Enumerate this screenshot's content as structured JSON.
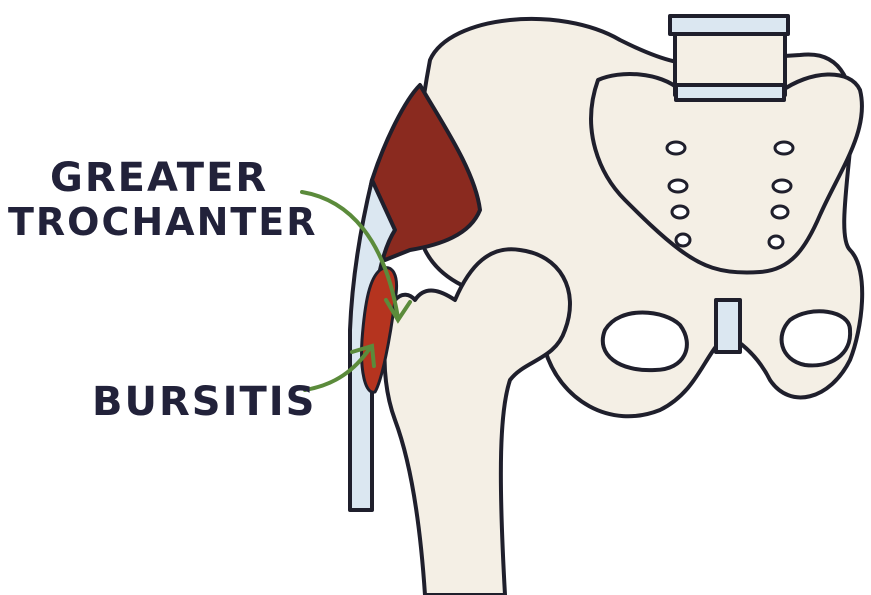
{
  "labels": {
    "greater": "GREATER",
    "trochanter": "TROCHANTER",
    "bursitis": "BURSITIS"
  },
  "colors": {
    "bone": "#f4efe5",
    "outline": "#1f1f2c",
    "muscle": "#8a2a1f",
    "bursa": "#b5341f",
    "tendon": "#dbe7f1",
    "arrow": "#5b8b3b",
    "text": "#22223a"
  }
}
